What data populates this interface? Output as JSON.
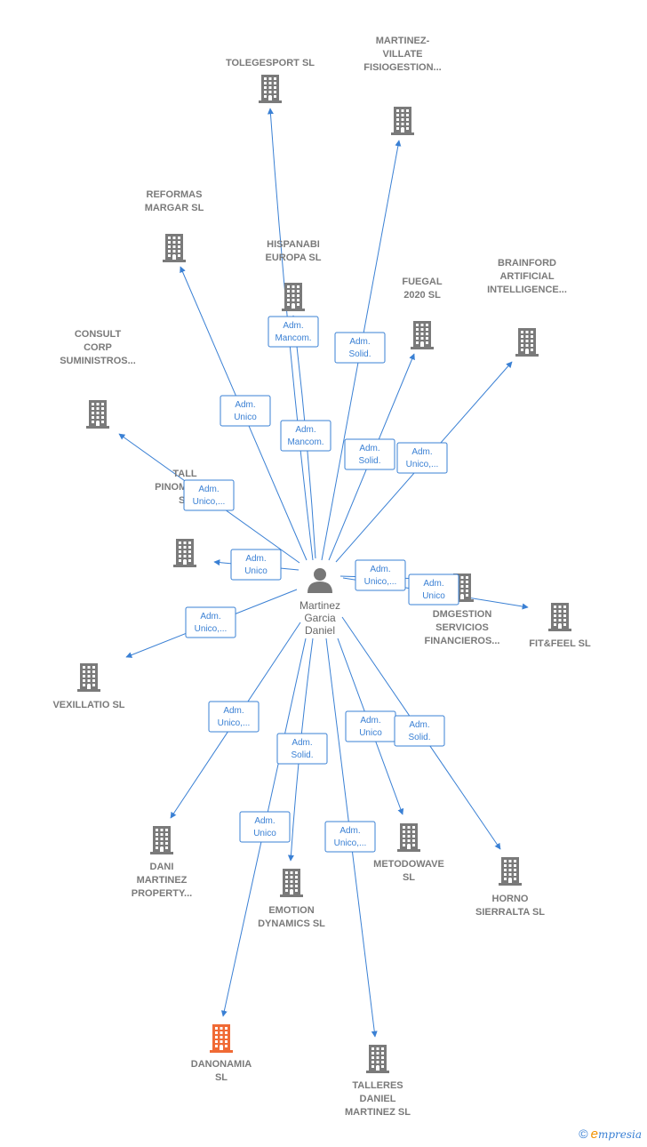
{
  "colors": {
    "edge": "#3a80d4",
    "node": "#7a7a7a",
    "highlight": "#f06a35",
    "person": "#777777"
  },
  "person": {
    "lines": [
      "Martinez",
      "Garcia",
      "Daniel"
    ],
    "icon": "person-icon"
  },
  "companies": [
    {
      "id": "tolegesport",
      "lines": [
        "TOLEGESPORT SL"
      ],
      "icon": "building-icon"
    },
    {
      "id": "martinez-villate",
      "lines": [
        "MARTINEZ-",
        "VILLATE",
        "FISIOGESTION..."
      ],
      "icon": "building-icon"
    },
    {
      "id": "reformas-margar",
      "lines": [
        "REFORMAS",
        "MARGAR  SL"
      ],
      "icon": "building-icon"
    },
    {
      "id": "hispanabi",
      "lines": [
        "HISPANABI",
        "EUROPA  SL"
      ],
      "icon": "building-icon"
    },
    {
      "id": "fuegal",
      "lines": [
        "FUEGAL",
        "2020  SL"
      ],
      "icon": "building-icon"
    },
    {
      "id": "brainford",
      "lines": [
        "BRAINFORD",
        "ARTIFICIAL",
        "INTELLIGENCE..."
      ],
      "icon": "building-icon"
    },
    {
      "id": "consult-corp",
      "lines": [
        "CONSULT",
        "CORP",
        "SUMINISTROS..."
      ],
      "icon": "building-icon"
    },
    {
      "id": "talleres-pinomotor",
      "lines": [
        "TALL",
        "PINOMOTOR",
        "SL"
      ],
      "icon": "building-icon"
    },
    {
      "id": "dmgestion",
      "lines": [
        "DMGESTION",
        "SERVICIOS",
        "FINANCIEROS..."
      ],
      "icon": "building-icon"
    },
    {
      "id": "fitfeel",
      "lines": [
        "FIT&FEEL SL"
      ],
      "icon": "building-icon"
    },
    {
      "id": "vexillatio",
      "lines": [
        "VEXILLATIO  SL"
      ],
      "icon": "building-icon"
    },
    {
      "id": "dani-martinez",
      "lines": [
        "DANI",
        "MARTINEZ",
        "PROPERTY..."
      ],
      "icon": "building-icon"
    },
    {
      "id": "emotion-dynamics",
      "lines": [
        "EMOTION",
        "DYNAMICS  SL"
      ],
      "icon": "building-icon"
    },
    {
      "id": "metodowave",
      "lines": [
        "METODOWAVE",
        "SL"
      ],
      "icon": "building-icon"
    },
    {
      "id": "horno-sierralta",
      "lines": [
        "HORNO",
        "SIERRALTA SL"
      ],
      "icon": "building-icon"
    },
    {
      "id": "danonamia",
      "lines": [
        "DANONAMIA",
        "SL"
      ],
      "icon": "building-icon",
      "highlight": true
    },
    {
      "id": "talleres-daniel",
      "lines": [
        "TALLERES",
        "DANIEL",
        "MARTINEZ SL"
      ],
      "icon": "building-icon"
    }
  ],
  "relations": [
    {
      "to": "tolegesport",
      "lines": [
        "Adm.",
        "Mancom."
      ]
    },
    {
      "to": "martinez-villate",
      "lines": [
        "Adm.",
        "Solid."
      ]
    },
    {
      "to": "reformas-margar",
      "lines": [
        "Adm.",
        "Unico"
      ]
    },
    {
      "to": "hispanabi",
      "lines": [
        "Adm.",
        "Mancom."
      ]
    },
    {
      "to": "fuegal",
      "lines": [
        "Adm.",
        "Solid."
      ]
    },
    {
      "to": "brainford",
      "lines": [
        "Adm.",
        "Unico,..."
      ]
    },
    {
      "to": "consult-corp",
      "lines": [
        "Adm.",
        "Unico,..."
      ]
    },
    {
      "to": "talleres-pinomotor",
      "lines": [
        "Adm.",
        "Unico"
      ]
    },
    {
      "to": "dmgestion",
      "lines": [
        "Adm.",
        "Unico,..."
      ]
    },
    {
      "to": "fitfeel",
      "lines": [
        "Adm.",
        "Unico"
      ]
    },
    {
      "to": "vexillatio",
      "lines": [
        "Adm.",
        "Unico,..."
      ]
    },
    {
      "to": "dani-martinez",
      "lines": [
        "Adm.",
        "Unico,..."
      ]
    },
    {
      "to": "emotion-dynamics",
      "lines": [
        "Adm.",
        "Solid."
      ]
    },
    {
      "to": "metodowave",
      "lines": [
        "Adm.",
        "Unico"
      ]
    },
    {
      "to": "horno-sierralta",
      "lines": [
        "Adm.",
        "Solid."
      ]
    },
    {
      "to": "danonamia",
      "lines": [
        "Adm.",
        "Unico"
      ]
    },
    {
      "to": "talleres-daniel",
      "lines": [
        "Adm.",
        "Unico,..."
      ]
    }
  ],
  "footer": {
    "copyright": "©",
    "brand_initial": "e",
    "brand_rest": "mpresia"
  }
}
